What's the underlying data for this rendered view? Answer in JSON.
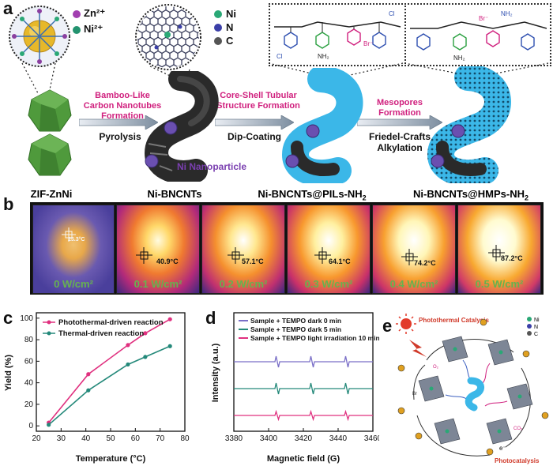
{
  "panels": {
    "a": "a",
    "b": "b",
    "c": "c",
    "d": "d",
    "e": "e"
  },
  "legend_top": {
    "zn": "Zn²⁺",
    "ni": "Ni²⁺"
  },
  "legend_atoms": [
    {
      "label": "Ni",
      "color": "#2aa876"
    },
    {
      "label": "N",
      "color": "#3b3fa8"
    },
    {
      "label": "C",
      "color": "#555555"
    }
  ],
  "steps": {
    "s1_title": "Bamboo-Like Carbon Nanotubes Formation",
    "s1_action": "Pyrolysis",
    "s2_title": "Core-Shell Tubular Structure Formation",
    "s2_action": "Dip-Coating",
    "s3_title": "Mesopores Formation",
    "s3_action": "Friedel-Crafts Alkylation"
  },
  "ni_nanoparticle": "Ni Nanoparticle",
  "materials": {
    "m1": "ZIF-ZnNi",
    "m2": "Ni-BNCNTs",
    "m3_main": "Ni-BNCNTs@PILs-NH",
    "m3_sub": "2",
    "m4_main": "Ni-BNCNTs@HMPs-NH",
    "m4_sub": "2"
  },
  "structure_labels": {
    "nh2": "NH₂",
    "br": "Br⁻",
    "cl": "Cl",
    "n": "N"
  },
  "thermo": [
    {
      "power": "0 W/cm²",
      "temp": "25.3°C"
    },
    {
      "power": "0.1 W/cm²",
      "temp": "40.9°C"
    },
    {
      "power": "0.2 W/cm²",
      "temp": "57.1°C"
    },
    {
      "power": "0.3 W/cm²",
      "temp": "64.1°C"
    },
    {
      "power": "0.4 W/cm²",
      "temp": "74.2°C"
    },
    {
      "power": "0.5 W/cm²",
      "temp": "87.2°C"
    }
  ],
  "chart_data": [
    {
      "type": "line",
      "xlabel": "Temperature (°C)",
      "ylabel": "Yield (%)",
      "xlim": [
        20,
        80
      ],
      "ylim": [
        -5,
        105
      ],
      "xticks": [
        20,
        30,
        40,
        50,
        60,
        70,
        80
      ],
      "yticks": [
        0,
        20,
        40,
        60,
        80,
        100
      ],
      "x": [
        25,
        41,
        57,
        64,
        74
      ],
      "series": [
        {
          "name": "Photothermal-driven reaction",
          "color": "#e0307f",
          "values": [
            3,
            48,
            75,
            86,
            99
          ]
        },
        {
          "name": "Thermal-driven reaction",
          "color": "#24897a",
          "values": [
            1,
            33,
            57,
            64,
            74
          ]
        }
      ]
    },
    {
      "type": "line",
      "xlabel": "Magnetic field (G)",
      "ylabel": "Intensity (a.u.)",
      "xlim": [
        3380,
        3460
      ],
      "xticks": [
        3380,
        3400,
        3420,
        3440,
        3460
      ],
      "peaks": [
        3405,
        3425,
        3445
      ],
      "series": [
        {
          "name": "Sample + TEMPO dark 0 min",
          "color": "#7a6fc7"
        },
        {
          "name": "Sample + TEMPO dark 5 min",
          "color": "#24897a"
        },
        {
          "name": "Sample + TEMPO light irradiation 10 min",
          "color": "#e0307f"
        }
      ]
    }
  ],
  "panel_e": {
    "title": "Photothermal Catalysis",
    "bottom": "Photocatalysis",
    "legend": [
      {
        "label": "Ni",
        "color": "#2aa876"
      },
      {
        "label": "N",
        "color": "#3b3fa8"
      },
      {
        "label": "C",
        "color": "#555555"
      }
    ],
    "electron": "e⁻",
    "species": [
      "O₂",
      "CO₂",
      "Br"
    ]
  }
}
